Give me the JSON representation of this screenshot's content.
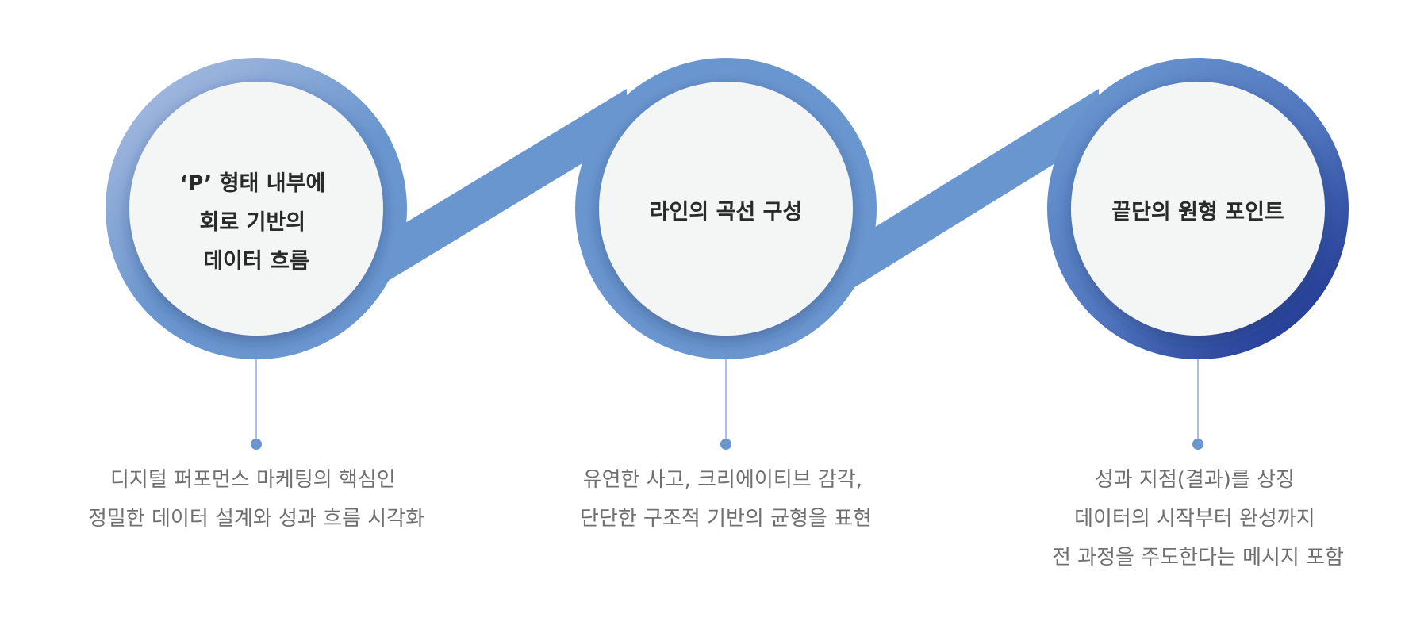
{
  "colors": {
    "ring_light": "#a4b9df",
    "ring_main": "#6a96cf",
    "ring_dark": "#1e3490",
    "inner_fill": "#f4f6f6",
    "connector": "#a9c0e2",
    "dot": "#6a96cf"
  },
  "steps": [
    {
      "title_lines": [
        "‘P’ 형태 내부에",
        "회로 기반의",
        "데이터 흐름"
      ],
      "desc_lines": [
        "디지털 퍼포먼스 마케팅의 핵심인",
        "정밀한 데이터 설계와 성과 흐름 시각화"
      ]
    },
    {
      "title_lines": [
        "라인의 곡선 구성"
      ],
      "desc_lines": [
        "유연한 사고, 크리에이티브 감각,",
        "단단한 구조적 기반의 균형을 표현"
      ]
    },
    {
      "title_lines": [
        "끝단의 원형 포인트"
      ],
      "desc_lines": [
        "성과 지점(결과)를 상징",
        "데이터의 시작부터 완성까지",
        "전 과정을 주도한다는 메시지 포함"
      ]
    }
  ]
}
